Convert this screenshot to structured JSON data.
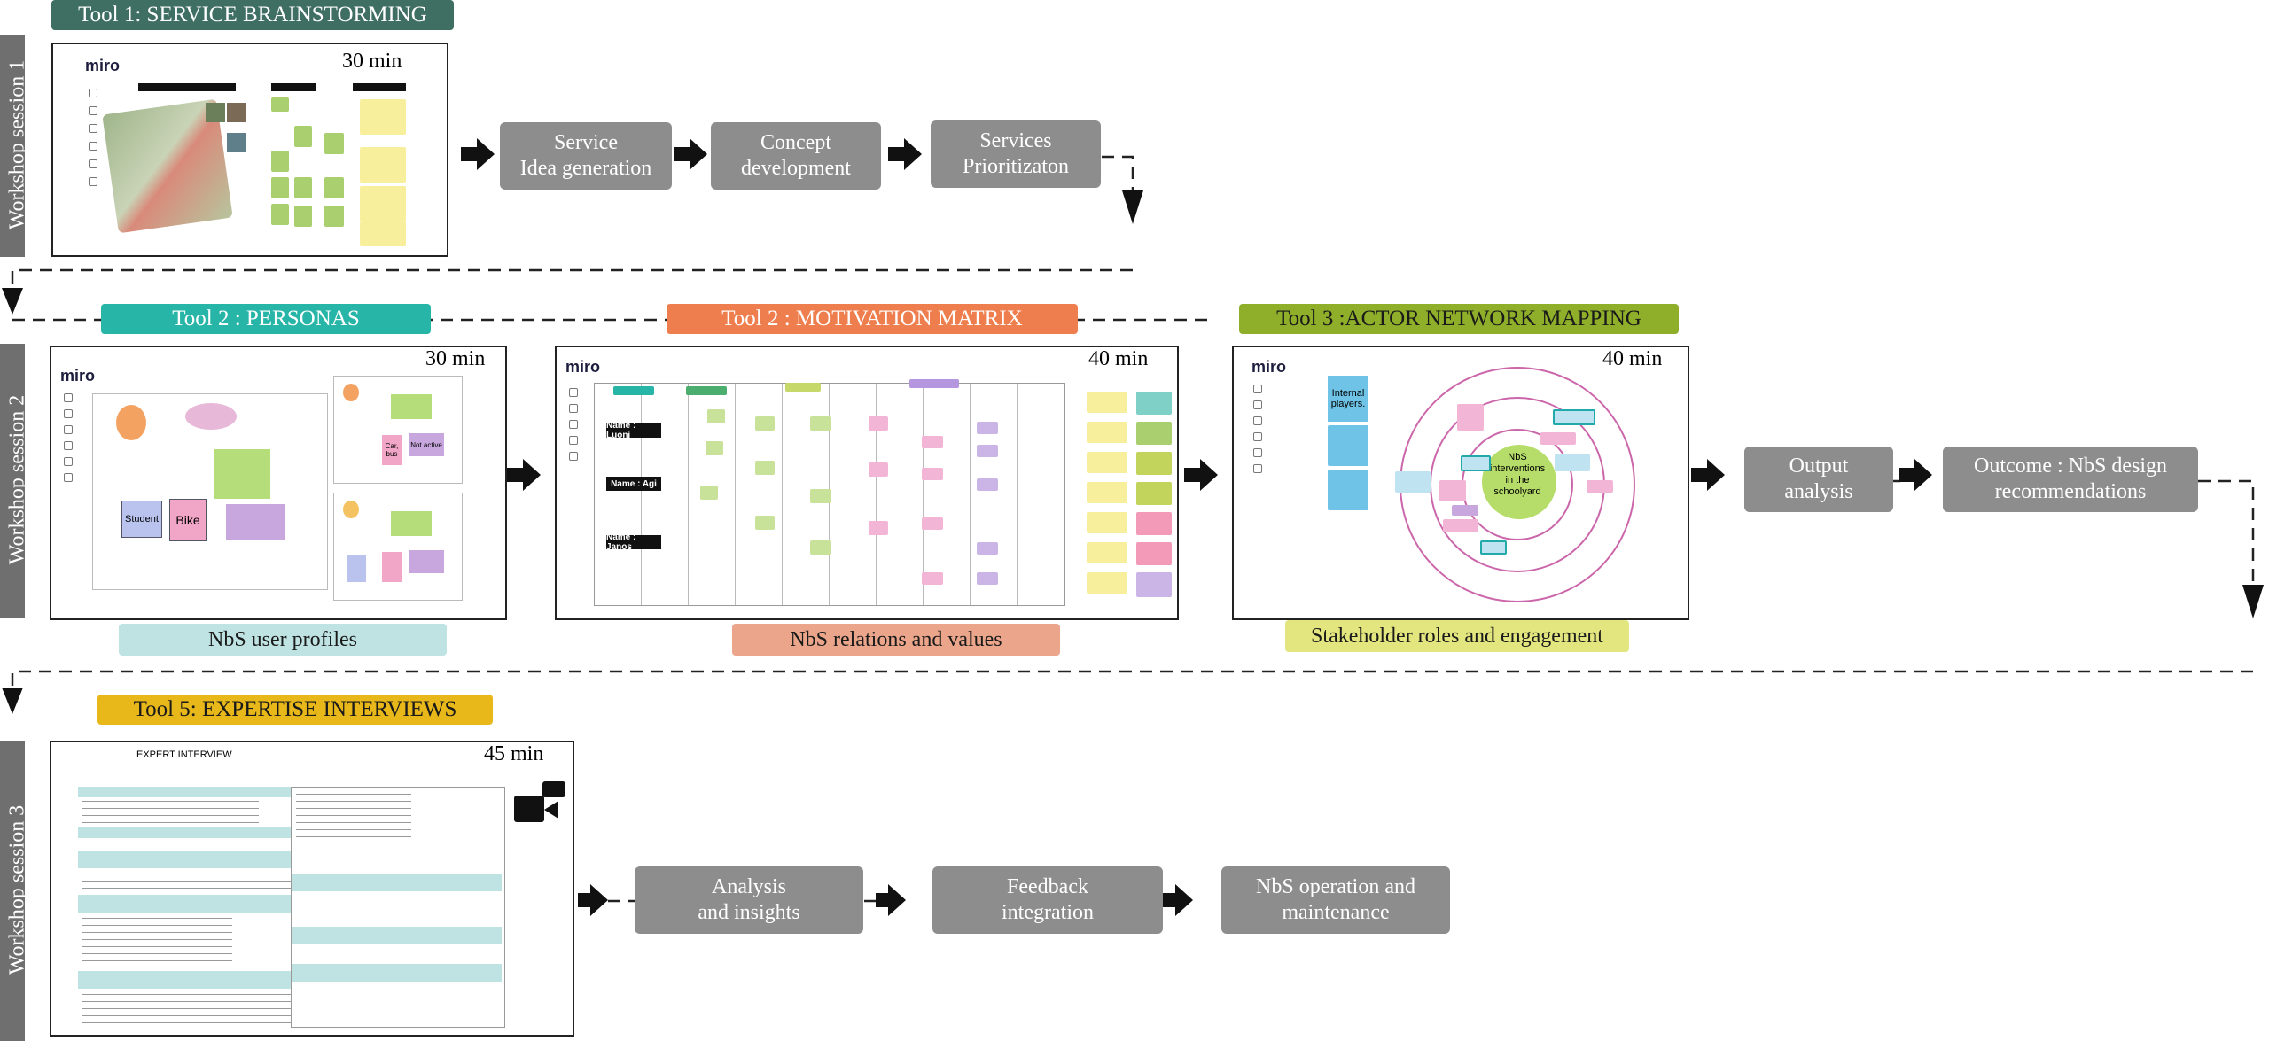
{
  "tools": {
    "t1": "Tool 1: SERVICE BRAINSTORMING",
    "t2a": "Tool 2 : PERSONAS",
    "t2b": "Tool 2 : MOTIVATION MATRIX",
    "t3": "Tool 3 :ACTOR NETWORK MAPPING",
    "t5": "Tool 5: EXPERTISE INTERVIEWS"
  },
  "sessions": {
    "s1": "Workshop session 1",
    "s2": "Workshop session 2",
    "s3": "Workshop session 3"
  },
  "durations": {
    "brainstorm": "30 min",
    "personas": "30 min",
    "matrix": "40 min",
    "network": "40 min",
    "interview": "45 min"
  },
  "steps": {
    "service_idea": "Service\nIdea generation",
    "concept": "Concept\ndevelopment",
    "prioritization": "Services\nPrioritizaton",
    "output": "Output\nanalysis",
    "outcome": "Outcome : NbS design\nrecommendations",
    "analysis": "Analysis\nand insights",
    "feedback": "Feedback\nintegration",
    "operation": "NbS operation and\nmaintenance"
  },
  "captions": {
    "profiles": "NbS user profiles",
    "relations": "NbS relations and values",
    "stakeholder": "Stakeholder roles and engagement"
  },
  "miro_logo": "miro",
  "matrix_names": [
    "Name : Luoni",
    "Name : Agi",
    "Name : Janos"
  ],
  "persona_words": {
    "student": "Student",
    "bike": "Bike",
    "car": "Car,\nbus",
    "not_active": "Not active"
  },
  "network": {
    "nbs": "NbS\ninterventions\nin the\nschoolyard",
    "internal": "Internal\nplayers."
  },
  "interview_title": "EXPERT INTERVIEW",
  "colors": {
    "t1": "#3f6e62",
    "t2a": "#26b5a7",
    "t2b": "#ef7e4e",
    "t3": "#8fae2a",
    "t5": "#e8b81a",
    "cap_profiles": "#bfe3e3",
    "cap_relations": "#eaa58a",
    "cap_stakeholder": "#e3e67f",
    "step": "#8d8d8d",
    "session": "#6f6f6f"
  }
}
